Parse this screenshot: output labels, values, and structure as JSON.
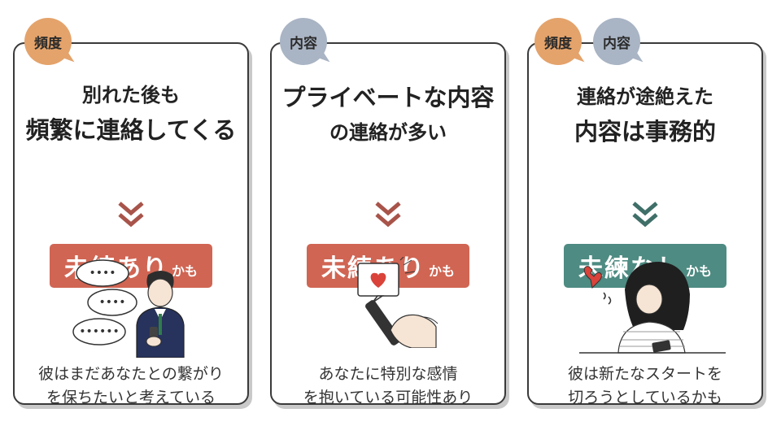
{
  "cards": [
    {
      "tags": [
        "頻度"
      ],
      "headline": [
        "別れた後も",
        "頻繁に連絡してくる"
      ],
      "verdict_main": "未練あり",
      "verdict_sub": "かも",
      "caption": [
        "彼はまだあなたとの繋がり",
        "を保ちたいと考えている"
      ],
      "illustration": "man-with-phone-and-speech-bubbles"
    },
    {
      "tags": [
        "内容"
      ],
      "headline": [
        "プライベートな内容",
        "の連絡が多い"
      ],
      "verdict_main": "未練あり",
      "verdict_sub": "かも",
      "caption": [
        "あなたに特別な感情",
        "を抱いている可能性あり"
      ],
      "illustration": "hand-holding-phone-heart-notification"
    },
    {
      "tags": [
        "頻度",
        "内容"
      ],
      "headline": [
        "連絡が途絶えた",
        "内容は事務的"
      ],
      "verdict_main": "未練なし",
      "verdict_sub": "かも",
      "caption": [
        "彼は新たなスタートを",
        "切ろうとしているかも"
      ],
      "illustration": "woman-with-broken-heart-and-phone"
    }
  ],
  "colors": {
    "frequency_tag": "#e4a36b",
    "content_tag": "#a9b4c4",
    "verdict_yes": "#d06553",
    "verdict_no": "#4e8b82",
    "chevron_yes": "#a8544a",
    "chevron_no": "#3f6f68"
  }
}
